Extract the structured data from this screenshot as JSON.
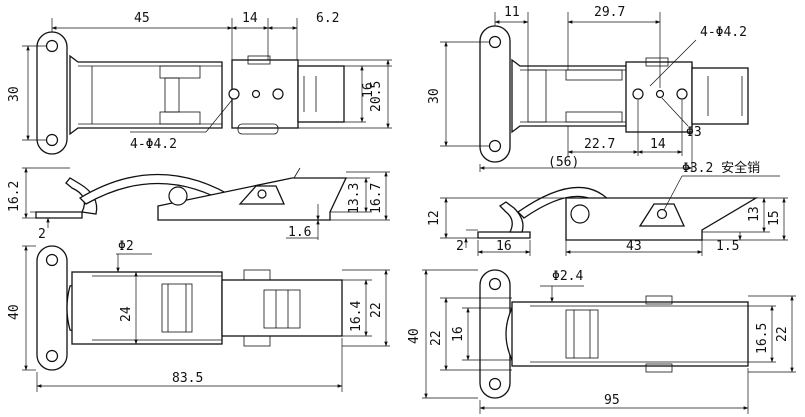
{
  "latch_a": {
    "top_view": {
      "d_45": "45",
      "d_14": "14",
      "d_6_2": "6.2",
      "d_30": "30",
      "d_16": "16",
      "d_20_5": "20.5",
      "d_holes": "4-Φ4.2"
    },
    "side_view": {
      "d_16_2": "16.2",
      "d_2": "2",
      "d_13_3": "13.3",
      "d_16_7": "16.7",
      "d_1_6": "1.6"
    },
    "bottom_view": {
      "d_phi2": "Φ2",
      "d_40": "40",
      "d_24": "24",
      "d_16_4": "16.4",
      "d_22": "22",
      "d_83_5": "83.5"
    }
  },
  "latch_b": {
    "top_view": {
      "d_11": "11",
      "d_29_7": "29.7",
      "d_holes": "4-Φ4.2",
      "d_30": "30",
      "d_22_7": "22.7",
      "d_14": "14",
      "d_phi3": "Φ3",
      "d_56": "(56)"
    },
    "side_view": {
      "d_pin": "Φ3.2 安全销",
      "d_12": "12",
      "d_2": "2",
      "d_16": "16",
      "d_43": "43",
      "d_1_5": "1.5",
      "d_13": "13",
      "d_15": "15"
    },
    "bottom_view": {
      "d_phi2_4": "Φ2.4",
      "d_40": "40",
      "d_22": "22",
      "d_16": "16",
      "d_16_5": "16.5",
      "d_22_r": "22",
      "d_95": "95"
    }
  }
}
